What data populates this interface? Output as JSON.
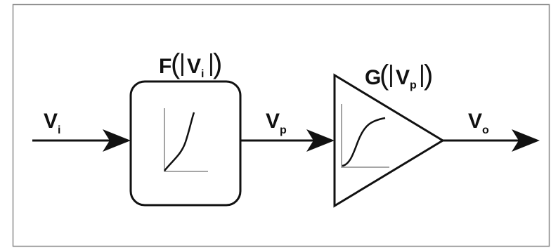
{
  "diagram": {
    "input": {
      "label": "V",
      "subscript": "i"
    },
    "block_f": {
      "function": "F",
      "arg": "V",
      "arg_subscript": "i"
    },
    "middle": {
      "label": "V",
      "subscript": "p"
    },
    "block_g": {
      "function": "G",
      "arg": "V",
      "arg_subscript": "p"
    },
    "output": {
      "label": "V",
      "subscript": "o"
    }
  },
  "colors": {
    "stroke": "#111111",
    "plot_axes": "#9a9a9a",
    "border": "#8a8a8a",
    "background": "#ffffff"
  }
}
